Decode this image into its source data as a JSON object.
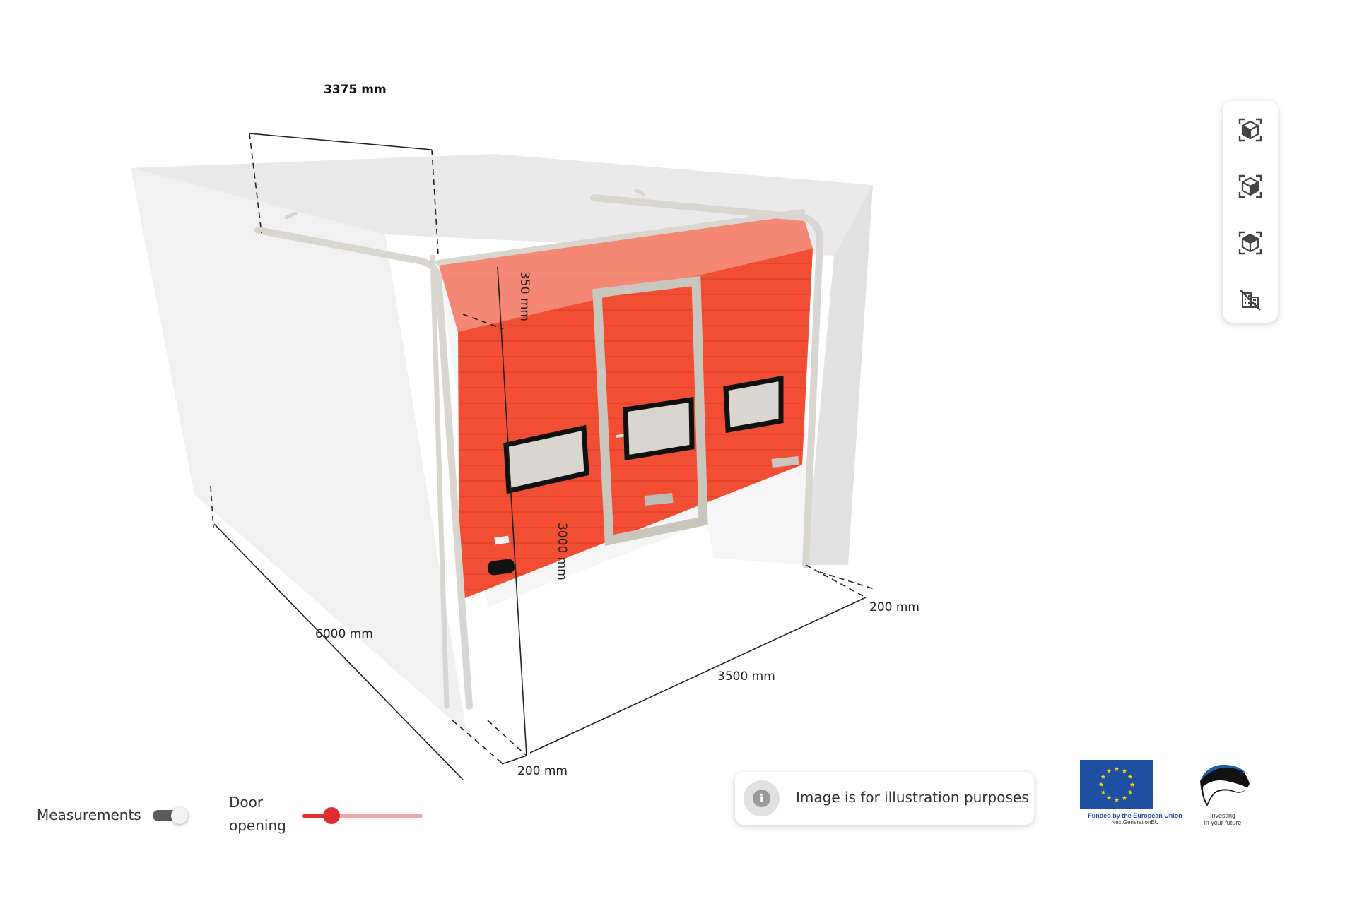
{
  "measurements": {
    "top_width": "3375 mm",
    "header_height": "350 mm",
    "door_height": "3000 mm",
    "depth": "6000 mm",
    "door_width": "3500 mm",
    "side_room_right": "200 mm",
    "side_room_left": "200 mm"
  },
  "colors": {
    "door_panel": "#f24a30",
    "rails": "#d8d6cf",
    "wall": "#eeeeee",
    "accent": "#e02d34"
  },
  "view_toolbar": {
    "buttons": [
      {
        "icon": "cube-front-view-icon"
      },
      {
        "icon": "cube-side-view-icon"
      },
      {
        "icon": "cube-perspective-view-icon"
      },
      {
        "icon": "hide-walls-icon"
      }
    ]
  },
  "controls": {
    "measurements_label": "Measurements",
    "measurements_on": true,
    "door_opening_label_line1": "Door",
    "door_opening_label_line2": "opening",
    "door_opening_value": 0.24
  },
  "info": {
    "icon": "info-icon",
    "text": "Image is for illustration purposes"
  },
  "logos": {
    "eu_line1": "Funded by the European Union",
    "eu_line2": "NextGenerationEU",
    "ee_line1": "Investing",
    "ee_line2": "in your future"
  }
}
